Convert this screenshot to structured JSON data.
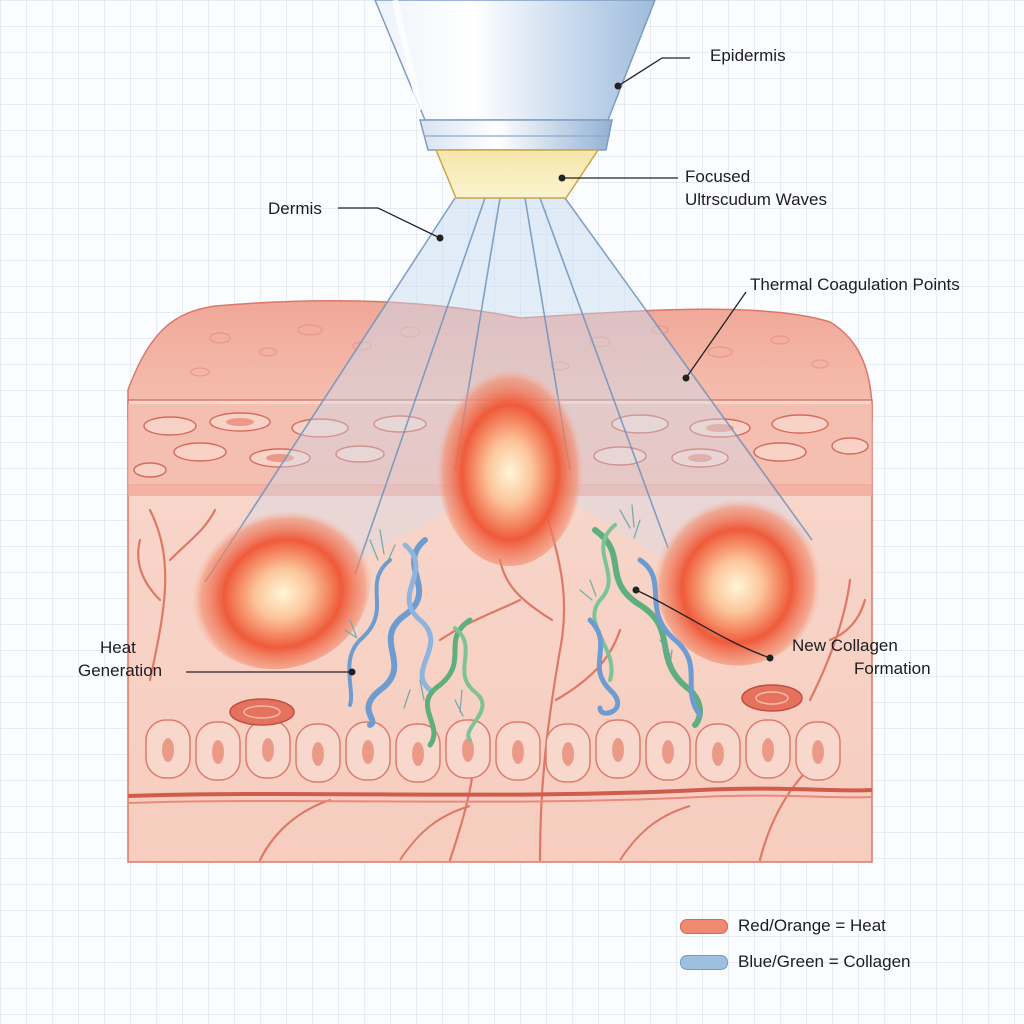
{
  "labels": {
    "epidermis": "Epidermis",
    "focused_line1": "Focused",
    "focused_line2": "Ultrscudum Waves",
    "dermis": "Dermis",
    "thermal": "Thermal Coagulation Points",
    "heat_line1": "Heat",
    "heat_line2": "Generation",
    "collagen_line1": "New Collagen",
    "collagen_line2": "Formation"
  },
  "legend": {
    "items": [
      {
        "swatch_color": "#ef8a72",
        "text": "Red/Orange = Heat"
      },
      {
        "swatch_color": "#9cc0de",
        "text": "Blue/Green = Collagen"
      }
    ]
  },
  "colors": {
    "heat": "#ee4a2e",
    "collagen_blue": "#6f9cd0",
    "collagen_green": "#5fae7e",
    "skin": "#f5cfc4",
    "epidermis": "#f0a898"
  }
}
